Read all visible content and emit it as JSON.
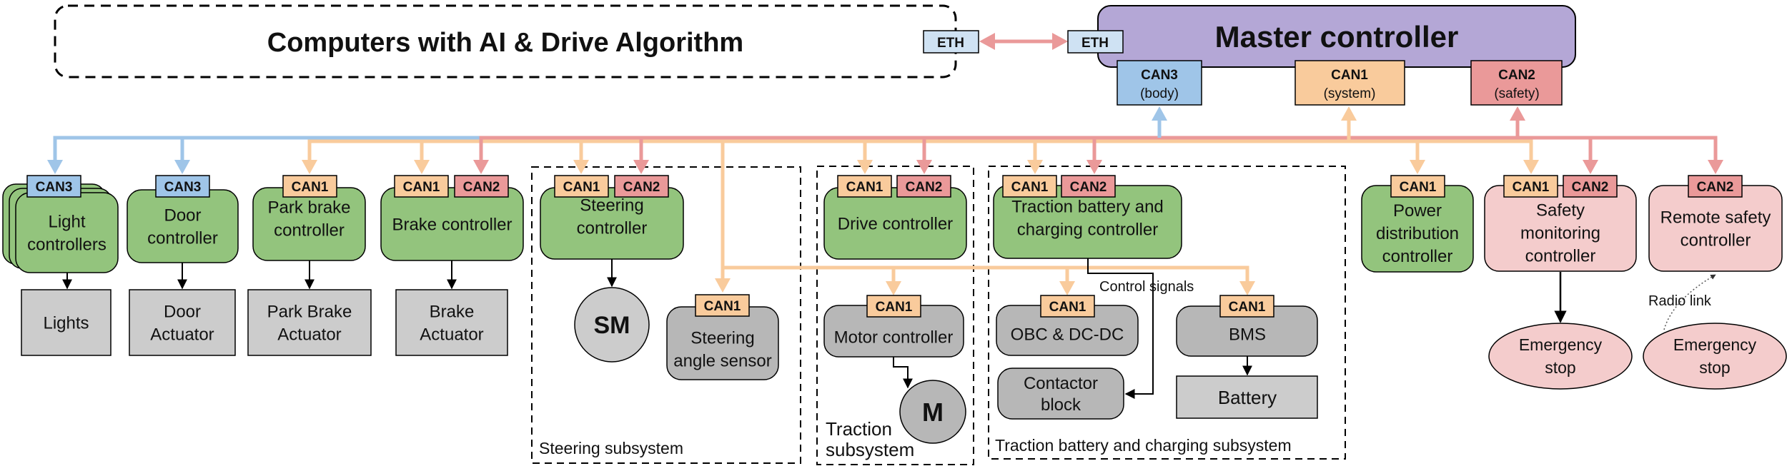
{
  "colors": {
    "can1": "#f9cb9c",
    "can1_line": "#f9cb9c",
    "can2": "#ea9999",
    "can2_line": "#ea9999",
    "can3": "#9fc5e8",
    "can3_line": "#9fc5e8",
    "eth": "#cfe2f3",
    "master": "#b4a7d6",
    "controller_green": "#93c47d",
    "safety_pink": "#f4cccc",
    "device_gray": "#b7b7b7",
    "actuator_gray": "#cccccc"
  },
  "computers": {
    "label": "Computers with AI & Drive Algorithm",
    "eth": "ETH"
  },
  "master": {
    "label": "Master controller",
    "eth": "ETH",
    "can3": {
      "name": "CAN3",
      "role": "(body)"
    },
    "can1": {
      "name": "CAN1",
      "role": "(system)"
    },
    "can2": {
      "name": "CAN2",
      "role": "(safety)"
    }
  },
  "controllers": [
    {
      "id": "light",
      "label_lines": [
        "Light",
        "controllers"
      ],
      "tags": [
        "CAN3"
      ]
    },
    {
      "id": "door",
      "label_lines": [
        "Door",
        "controller"
      ],
      "tags": [
        "CAN3"
      ]
    },
    {
      "id": "park",
      "label_lines": [
        "Park brake",
        "controller"
      ],
      "tags": [
        "CAN1"
      ]
    },
    {
      "id": "brake",
      "label_lines": [
        "Brake controller"
      ],
      "tags": [
        "CAN1",
        "CAN2"
      ]
    },
    {
      "id": "steering",
      "label_lines": [
        "Steering",
        "controller"
      ],
      "tags": [
        "CAN1",
        "CAN2"
      ]
    },
    {
      "id": "drive",
      "label_lines": [
        "Drive controller"
      ],
      "tags": [
        "CAN1",
        "CAN2"
      ]
    },
    {
      "id": "traction",
      "label_lines": [
        "Traction battery and",
        "charging controller"
      ],
      "tags": [
        "CAN1",
        "CAN2"
      ]
    },
    {
      "id": "power",
      "label_lines": [
        "Power",
        "distribution",
        "controller"
      ],
      "tags": [
        "CAN1"
      ]
    },
    {
      "id": "safety",
      "label_lines": [
        "Safety",
        "monitoring",
        "controller"
      ],
      "tags": [
        "CAN1",
        "CAN2"
      ]
    },
    {
      "id": "remote",
      "label_lines": [
        "Remote safety",
        "controller"
      ],
      "tags": [
        "CAN2"
      ]
    }
  ],
  "devices": {
    "lights": [
      "Lights"
    ],
    "door_actuator": [
      "Door",
      "Actuator"
    ],
    "park_actuator": [
      "Park Brake",
      "Actuator"
    ],
    "brake_actuator": [
      "Brake",
      "Actuator"
    ],
    "sm": "SM",
    "steering_sensor": {
      "tag": "CAN1",
      "lines": [
        "Steering",
        "angle sensor"
      ]
    },
    "motor_controller": {
      "tag": "CAN1",
      "lines": [
        "Motor controller"
      ]
    },
    "m": "M",
    "obc": {
      "tag": "CAN1",
      "lines": [
        "OBC & DC-DC"
      ]
    },
    "bms": {
      "tag": "CAN1",
      "lines": [
        "BMS"
      ]
    },
    "contactor": [
      "Contactor",
      "block"
    ],
    "battery": "Battery",
    "estop1": [
      "Emergency",
      "stop"
    ],
    "estop2": [
      "Emergency",
      "stop"
    ]
  },
  "annotations": {
    "control_signals": "Control signals",
    "radio_link": "Radio link"
  },
  "subsystems": {
    "steering": "Steering subsystem",
    "traction": [
      "Traction",
      "subsystem"
    ],
    "battery": "Traction battery and charging subsystem"
  }
}
